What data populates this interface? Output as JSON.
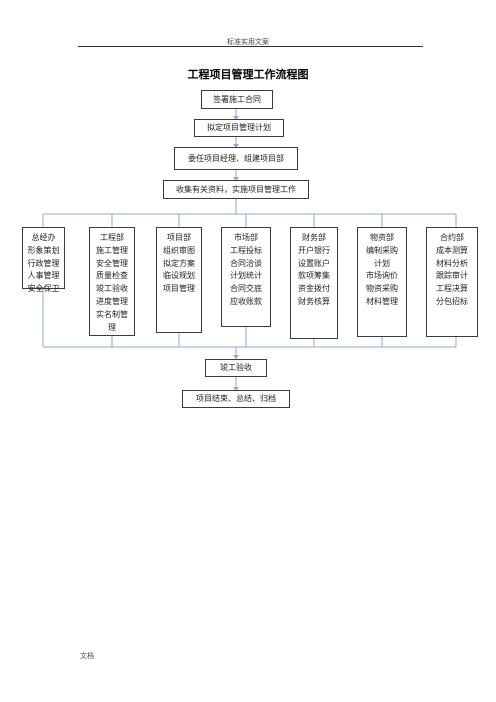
{
  "header": {
    "text": "标准实用文案"
  },
  "title": "工程项目管理工作流程图",
  "steps": {
    "s1": "签署施工合同",
    "s2": "拟定项目管理计划",
    "s3": "委任项目经理、组建项目部",
    "s4": "收集有关资料，实施项目管理工作",
    "s5": "竣工验收",
    "s6": "项目结束、总结、归档"
  },
  "departments": [
    {
      "lines": [
        "总经办",
        "形象策划",
        "行政管理",
        "人事管理",
        "安全保卫"
      ]
    },
    {
      "lines": [
        "工程部",
        "施工管理",
        "安全管理",
        "质量检查",
        "竣工验收",
        "进度管理",
        "实名制管",
        "理"
      ]
    },
    {
      "lines": [
        "项目部",
        "组织审图",
        "拟定方案",
        "临设规划",
        "项目管理"
      ]
    },
    {
      "lines": [
        "市场部",
        "工程投标",
        "合同洽谈",
        "计划统计",
        "合同交底",
        "应收账款"
      ]
    },
    {
      "lines": [
        "财务部",
        "开户银行",
        "设置账户",
        "款项筹集",
        "资金拨付",
        "财务核算"
      ]
    },
    {
      "lines": [
        "物资部",
        "编制采购",
        "计划",
        "市场询价",
        "物资采购",
        "材料管理"
      ]
    },
    {
      "lines": [
        "合约部",
        "成本测算",
        "材料分析",
        "跟踪审计",
        "工程决算",
        "分包招标"
      ]
    }
  ],
  "footer": {
    "text": "文档"
  },
  "colors": {
    "connector": "#8eaad0",
    "border": "#3b3b3b"
  }
}
